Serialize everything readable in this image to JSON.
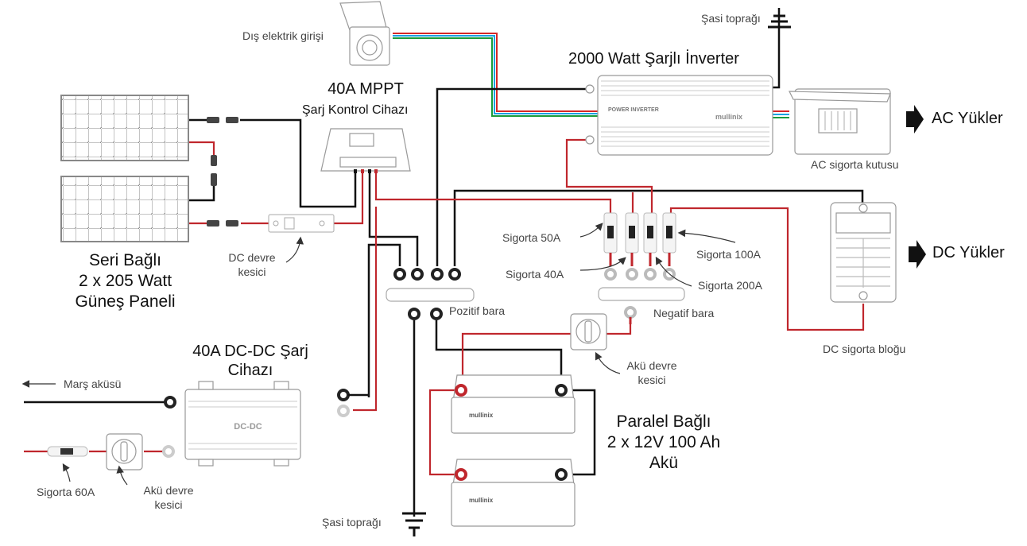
{
  "diagram": {
    "title": "Solar / battery / inverter wiring diagram",
    "colors": {
      "positive_wire": "#c0272d",
      "negative_wire": "#111111",
      "ac_live": "#d62728",
      "ac_neutral": "#1ba1e2",
      "ac_earth": "#1a9b3b",
      "device_outline": "#9a9a9a"
    },
    "components": {
      "shore_power": {
        "label": "Dış elektrik girişi"
      },
      "mppt": {
        "title": "40A MPPT",
        "subtitle": "Şarj Kontrol Cihazı"
      },
      "inverter": {
        "title": "2000 Watt Şarjlı İnverter",
        "brand_text": "POWER INVERTER",
        "logo_text": "mullinix"
      },
      "chassis_ground_top": {
        "label": "Şasi toprağı"
      },
      "ac_fuse_box": {
        "label": "AC sigorta kutusu"
      },
      "ac_loads": {
        "label": "AC Yükler"
      },
      "solar_panels": {
        "line1": "Seri Bağlı",
        "line2": "2 x 205 Watt",
        "line3": "Güneş Paneli"
      },
      "dc_breaker_solar": {
        "line1": "DC devre",
        "line2": "kesici"
      },
      "fuses": [
        {
          "label": "Sigorta 50A"
        },
        {
          "label": "Sigorta 40A"
        },
        {
          "label": "Sigorta 200A"
        },
        {
          "label": "Sigorta 100A"
        }
      ],
      "positive_bus": {
        "label": "Pozitif bara"
      },
      "negative_bus": {
        "label": "Negatif bara"
      },
      "dc_fuse_block": {
        "label": "DC sigorta bloğu"
      },
      "dc_loads": {
        "label": "DC Yükler"
      },
      "dcdc_charger": {
        "line1": "40A DC-DC Şarj",
        "line2": "Cihazı",
        "device_text": "DC-DC"
      },
      "starter_battery": {
        "label": "Marş aküsü"
      },
      "fuse_60a": {
        "label": "Sigorta 60A"
      },
      "battery_switch_left": {
        "line1": "Akü devre",
        "line2": "kesici"
      },
      "battery_switch_right": {
        "line1": "Akü devre",
        "line2": "kesici"
      },
      "chassis_ground_bottom": {
        "label": "Şasi toprağı"
      },
      "batteries": {
        "line1": "Paralel Bağlı",
        "line2": "2 x 12V 100 Ah",
        "line3": "Akü",
        "brand_text": "mullinix"
      }
    }
  }
}
